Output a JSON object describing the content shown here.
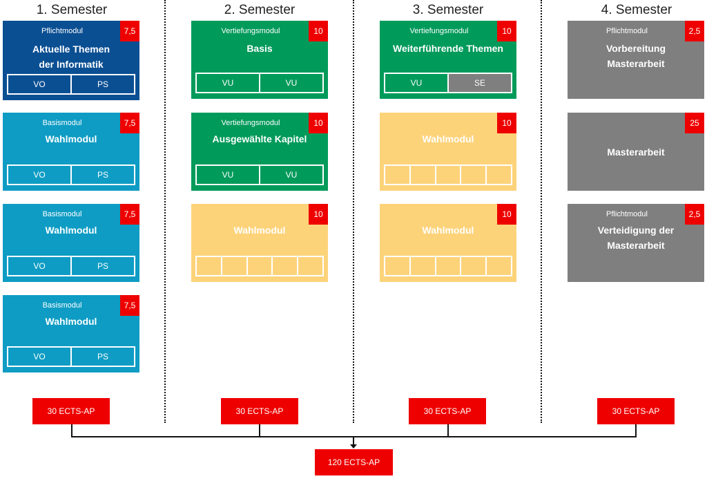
{
  "semesters": [
    {
      "title": "1. Semester",
      "total": "30 ECTS-AP"
    },
    {
      "title": "2. Semester",
      "total": "30 ECTS-AP"
    },
    {
      "title": "3. Semester",
      "total": "30 ECTS-AP"
    },
    {
      "title": "4. Semester",
      "total": "30 ECTS-AP"
    }
  ],
  "modules": {
    "s1m1": {
      "type": "Pflichtmodul",
      "title1": "Aktuelle Themen",
      "title2": "der Informatik",
      "ects": "7,5",
      "cells": [
        "VO",
        "PS"
      ]
    },
    "s1m2": {
      "type": "Basismodul",
      "title1": "Wahlmodul",
      "ects": "7,5",
      "cells": [
        "VO",
        "PS"
      ]
    },
    "s1m3": {
      "type": "Basismodul",
      "title1": "Wahlmodul",
      "ects": "7,5",
      "cells": [
        "VO",
        "PS"
      ]
    },
    "s1m4": {
      "type": "Basismodul",
      "title1": "Wahlmodul",
      "ects": "7,5",
      "cells": [
        "VO",
        "PS"
      ]
    },
    "s2m1": {
      "type": "Vertiefungsmodul",
      "title1": "Basis",
      "ects": "10",
      "cells": [
        "VU",
        "VU"
      ]
    },
    "s2m2": {
      "type": "Vertiefungsmodul",
      "title1": "Ausgewählte Kapitel",
      "ects": "10",
      "cells": [
        "VU",
        "VU"
      ]
    },
    "s2m3": {
      "title1": "Wahlmodul",
      "ects": "10"
    },
    "s3m1": {
      "type": "Vertiefungsmodul",
      "title1": "Weiterführende Themen",
      "ects": "10",
      "cells": [
        "VU",
        "SE"
      ]
    },
    "s3m2": {
      "title1": "Wahlmodul",
      "ects": "10"
    },
    "s3m3": {
      "title1": "Wahlmodul",
      "ects": "10"
    },
    "s4m1": {
      "type": "Pflichtmodul",
      "title1": "Vorbereitung",
      "title2": "Masterarbeit",
      "ects": "2,5"
    },
    "s4m2": {
      "title1": "Masterarbeit",
      "ects": "25"
    },
    "s4m3": {
      "type": "Pflichtmodul",
      "title1": "Verteidigung der",
      "title2": "Masterarbeit",
      "ects": "2,5"
    }
  },
  "grand_total": "120 ECTS-AP",
  "colors": {
    "pflicht_blue": "#0b4f93",
    "basis_blue": "#0e9cc4",
    "vertiefung_green": "#009a5a",
    "wahl_yellow": "#fdd37a",
    "pflicht_grey": "#7f7f7f",
    "ects_red": "#ee0000"
  }
}
